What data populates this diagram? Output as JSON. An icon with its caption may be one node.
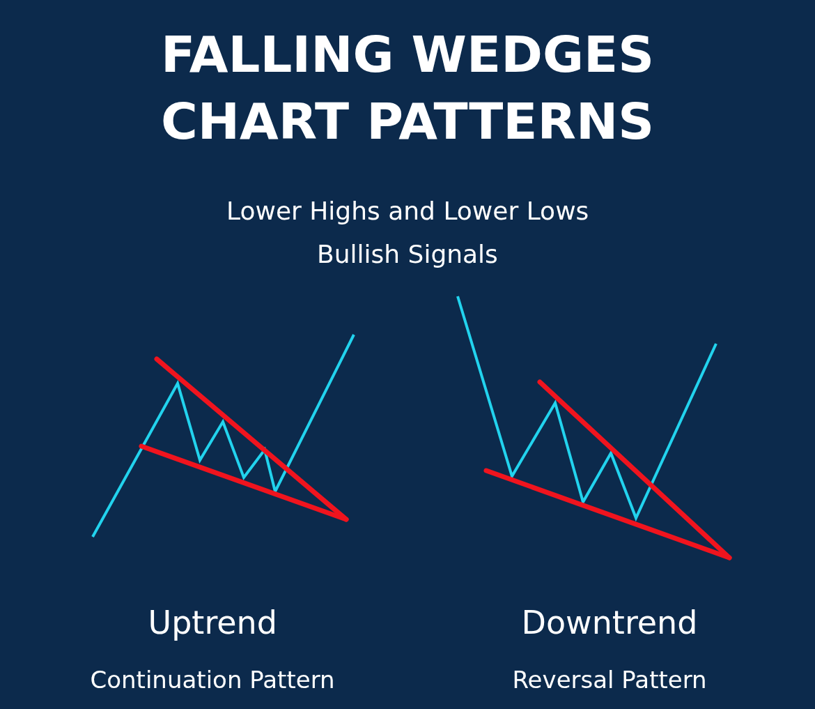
{
  "diagram": {
    "title": "FALLING WEDGES CHART PATTERNS",
    "labels": [
      "Lower Highs and Lower Lows",
      "Bullish Signals",
      "Uptrend",
      "Continuation Pattern",
      "Downtrend",
      "Reversal Pattern"
    ]
  }
}
